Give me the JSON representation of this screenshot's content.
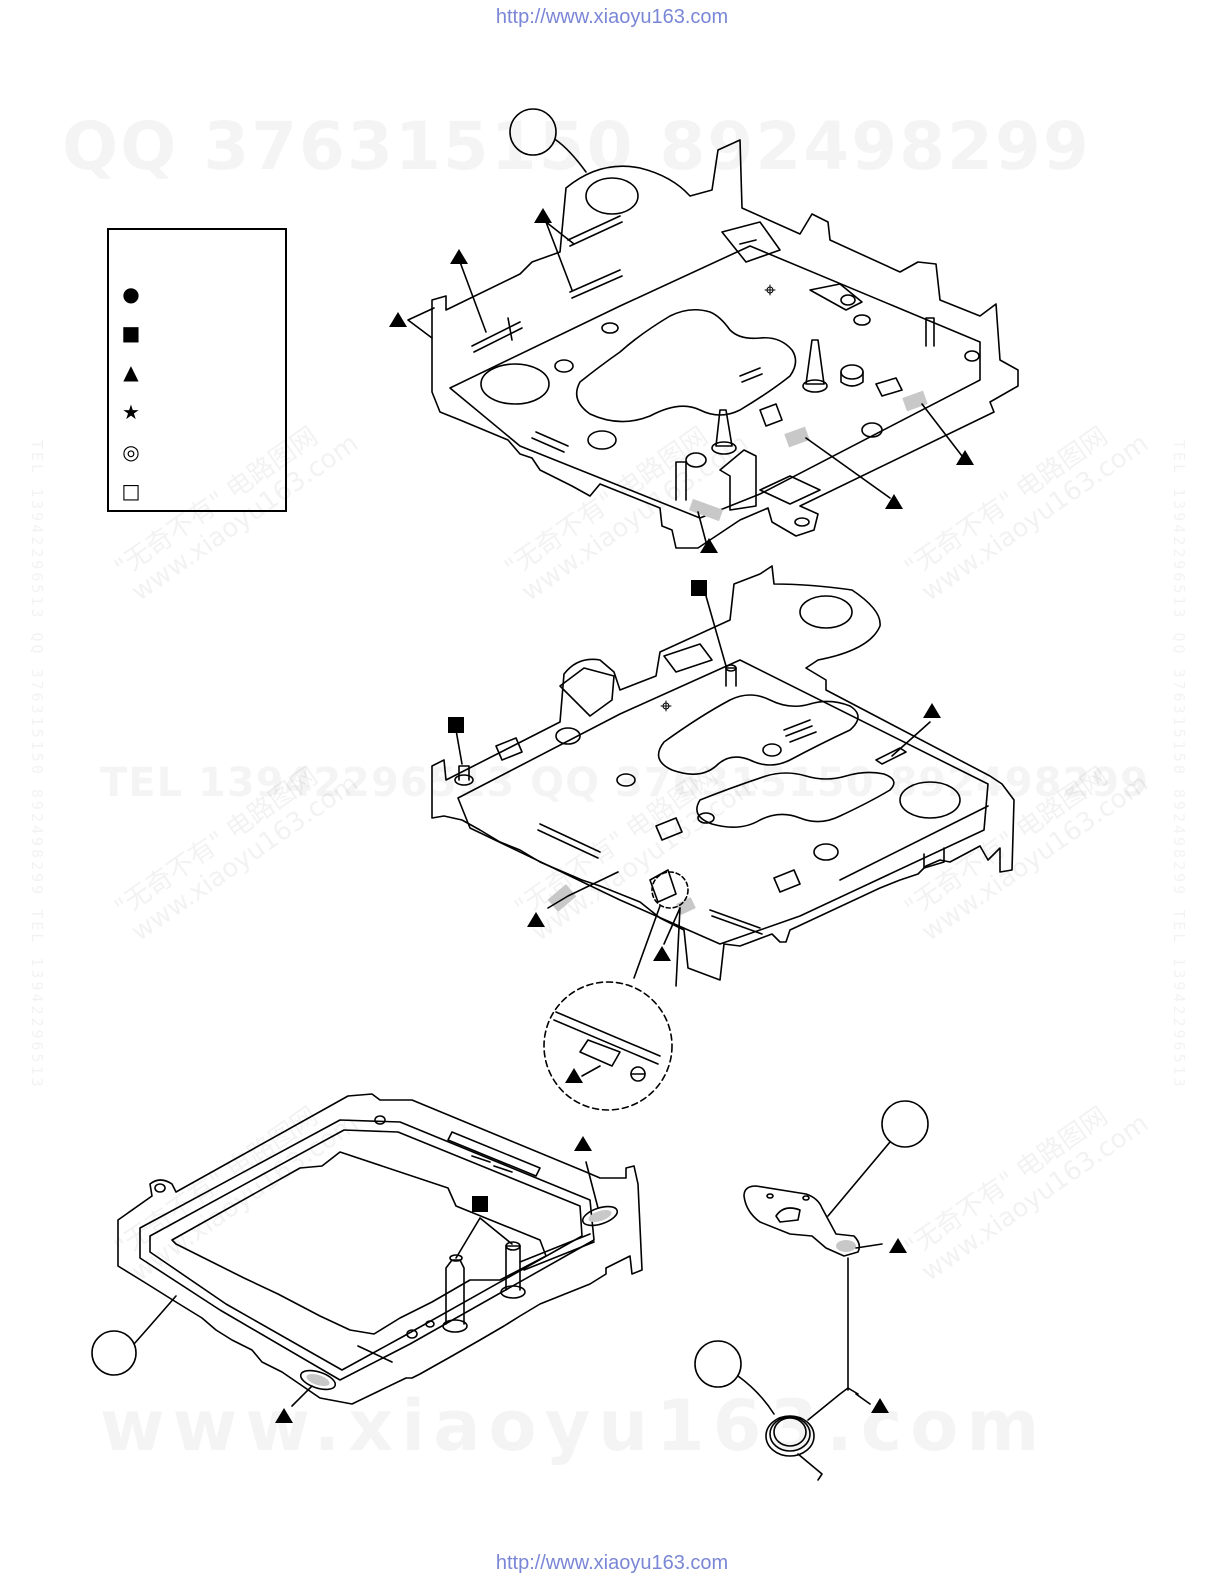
{
  "header": {
    "url": "http://www.xiaoyu163.com"
  },
  "footer": {
    "url": "http://www.xiaoyu163.com"
  },
  "watermarks": {
    "qq": "QQ 376315150   892498299",
    "tel": "TEL 13942296513   QQ 376315150   892498299",
    "www": "www.xiaoyu163.com",
    "diag_line1": "\"无奇不有\" 电路图网",
    "diag_line2": "www.xiaoyu163.com",
    "side": "TEL 13942296513  QQ 376315150  892498299  TEL 13942296513"
  },
  "legend": {
    "symbols": [
      {
        "icon": "filled-circle-icon",
        "glyph": "●"
      },
      {
        "icon": "filled-square-icon",
        "glyph": "■"
      },
      {
        "icon": "filled-triangle-icon",
        "glyph": "▲"
      },
      {
        "icon": "star-icon",
        "glyph": "★"
      },
      {
        "icon": "double-circle-icon",
        "glyph": "◎"
      },
      {
        "icon": "open-square-icon",
        "glyph": "□"
      }
    ]
  },
  "colors": {
    "line": "#000000",
    "highlight": "#c8c8c8",
    "url": "#7a86d6"
  }
}
